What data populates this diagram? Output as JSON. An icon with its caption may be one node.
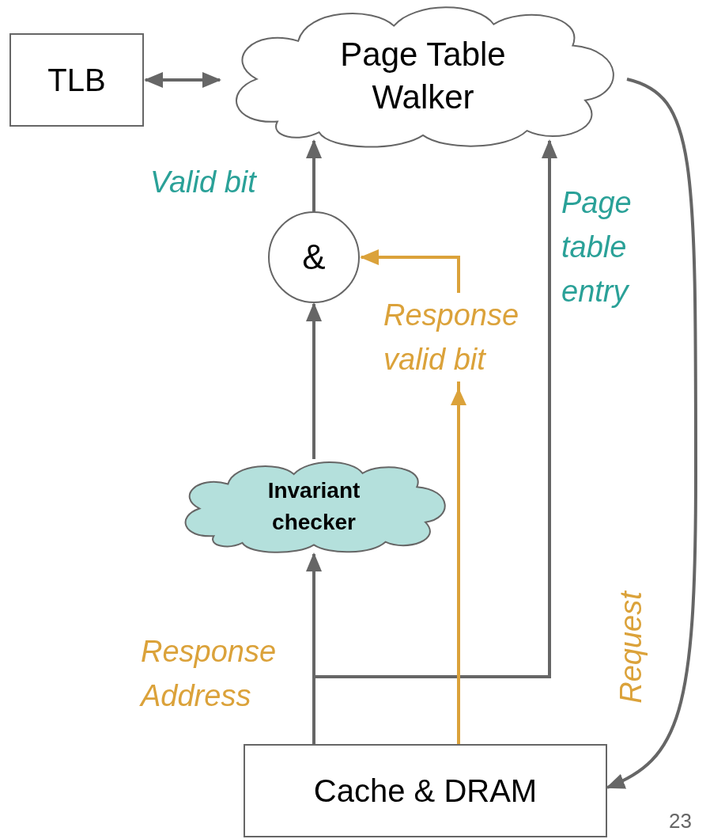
{
  "diagram": {
    "nodes": [
      {
        "text": [
          "TLB"
        ]
      },
      {
        "text": [
          "Page Table Walker"
        ]
      },
      {
        "text": [
          "&"
        ]
      },
      {
        "text": [
          "Invariant checker"
        ]
      },
      {
        "text": [
          "Cache & DRAM"
        ]
      }
    ],
    "edges": [
      {
        "from": 0,
        "to": 1,
        "arrow": "both"
      },
      {
        "from": 2,
        "to": 1,
        "arrow": "to",
        "label": "Valid bit"
      },
      {
        "from": 3,
        "to": 2,
        "arrow": "to"
      },
      {
        "from": 4,
        "to": 3,
        "arrow": "to",
        "label": "Response Address"
      },
      {
        "from": 4,
        "to": 1,
        "arrow": "to",
        "label": "Page table entry"
      },
      {
        "from": 4,
        "to": 2,
        "arrow": "to",
        "label": "Response valid bit",
        "color": "#dba23a"
      },
      {
        "from": 1,
        "to": 4,
        "arrow": "to",
        "label": "Request"
      }
    ],
    "labels": [
      "23"
    ]
  }
}
